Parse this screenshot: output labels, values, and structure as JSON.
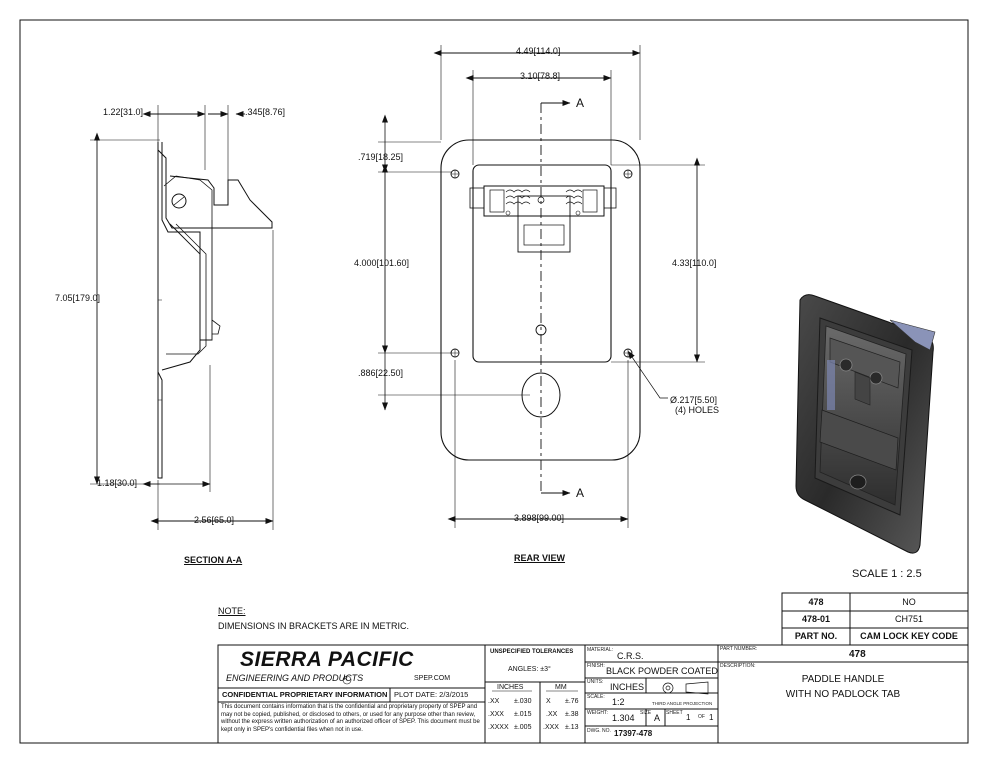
{
  "views": {
    "section_title": "SECTION A-A",
    "rear_title": "REAR VIEW",
    "scale_label": "SCALE 1 : 2.5"
  },
  "section_dims": {
    "top_left": "1.22[31.0]",
    "top_right": ".345[8.76]",
    "height": "7.05[179.0]",
    "bottom_left": "1.18[30.0]",
    "width": "2.56[65.0]"
  },
  "rear_dims": {
    "overall_width": "4.49[114.0]",
    "inner_width": "3.10[78.8]",
    "section_marker_top": "A",
    "section_marker_bottom": "A",
    "top_hole_offset": ".719[18.25]",
    "hole_spacing": "4.000[101.60]",
    "right_height": "4.33[110.0]",
    "bottom_offset": ".886[22.50]",
    "hole_callout_1": "Ø.217[5.50]",
    "hole_callout_2": "(4) HOLES",
    "bottom_width": "3.898[99.00]"
  },
  "note": {
    "heading": "NOTE:",
    "text": "DIMENSIONS IN BRACKETS ARE IN METRIC."
  },
  "parts_table": {
    "rows": [
      {
        "part": "478",
        "code": "NO"
      },
      {
        "part": "478-01",
        "code": "CH751"
      }
    ],
    "header_part": "PART NO.",
    "header_code": "CAM LOCK KEY CODE"
  },
  "title_block": {
    "company": "SIERRA PACIFIC",
    "company_sub": "ENGINEERING AND PRODUCTS",
    "registered": "R",
    "website": "SPEP.COM",
    "confidential_title": "CONFIDENTIAL PROPRIETARY INFORMATION",
    "plot_date": "PLOT DATE:  2/3/2015",
    "confidential_text": "This document contains information that is the confidential and proprietary property of SPEP and may not be copied, published, or disclosed to others, or used for any purpose other than review, without the express written authorization of an authorized officer of SPEP. This document must be kept only in SPEP's confidential files when not in use.",
    "tolerances_title": "UNSPECIFIED TOLERANCES",
    "angles": "ANGLES:  ±3°",
    "inches_header": "INCHES",
    "mm_header": "MM",
    "tol_rows": [
      {
        "in_key": ".XX",
        "in_val": "±.030",
        "mm_key": "X",
        "mm_val": "±.76"
      },
      {
        "in_key": ".XXX",
        "in_val": "±.015",
        "mm_key": ".XX",
        "mm_val": "±.38"
      },
      {
        "in_key": ".XXXX",
        "in_val": "±.005",
        "mm_key": ".XXX",
        "mm_val": "±.13"
      }
    ],
    "material_label": "MATERIAL:",
    "material": "C.R.S.",
    "finish_label": "FINISH:",
    "finish": "BLACK POWDER COATED",
    "units_label": "UNITS:",
    "units": "INCHES",
    "scale_label": "SCALE:",
    "scale": "1:2",
    "projection": "THIRD ANGLE PROJECTION",
    "weight_label": "WEIGHT:",
    "weight": "1.304",
    "size_label": "SIZE",
    "size": "A",
    "sheet_label": "SHEET",
    "sheet": "1",
    "of_label": "OF",
    "sheet_total": "1",
    "dwg_label": "DWG. NO.",
    "dwg": "17397-478",
    "part_number_label": "PART NUMBER:",
    "part_number": "478",
    "description_label": "DESCRIPTION:",
    "description_1": "PADDLE HANDLE",
    "description_2": "WITH NO PADLOCK TAB"
  }
}
